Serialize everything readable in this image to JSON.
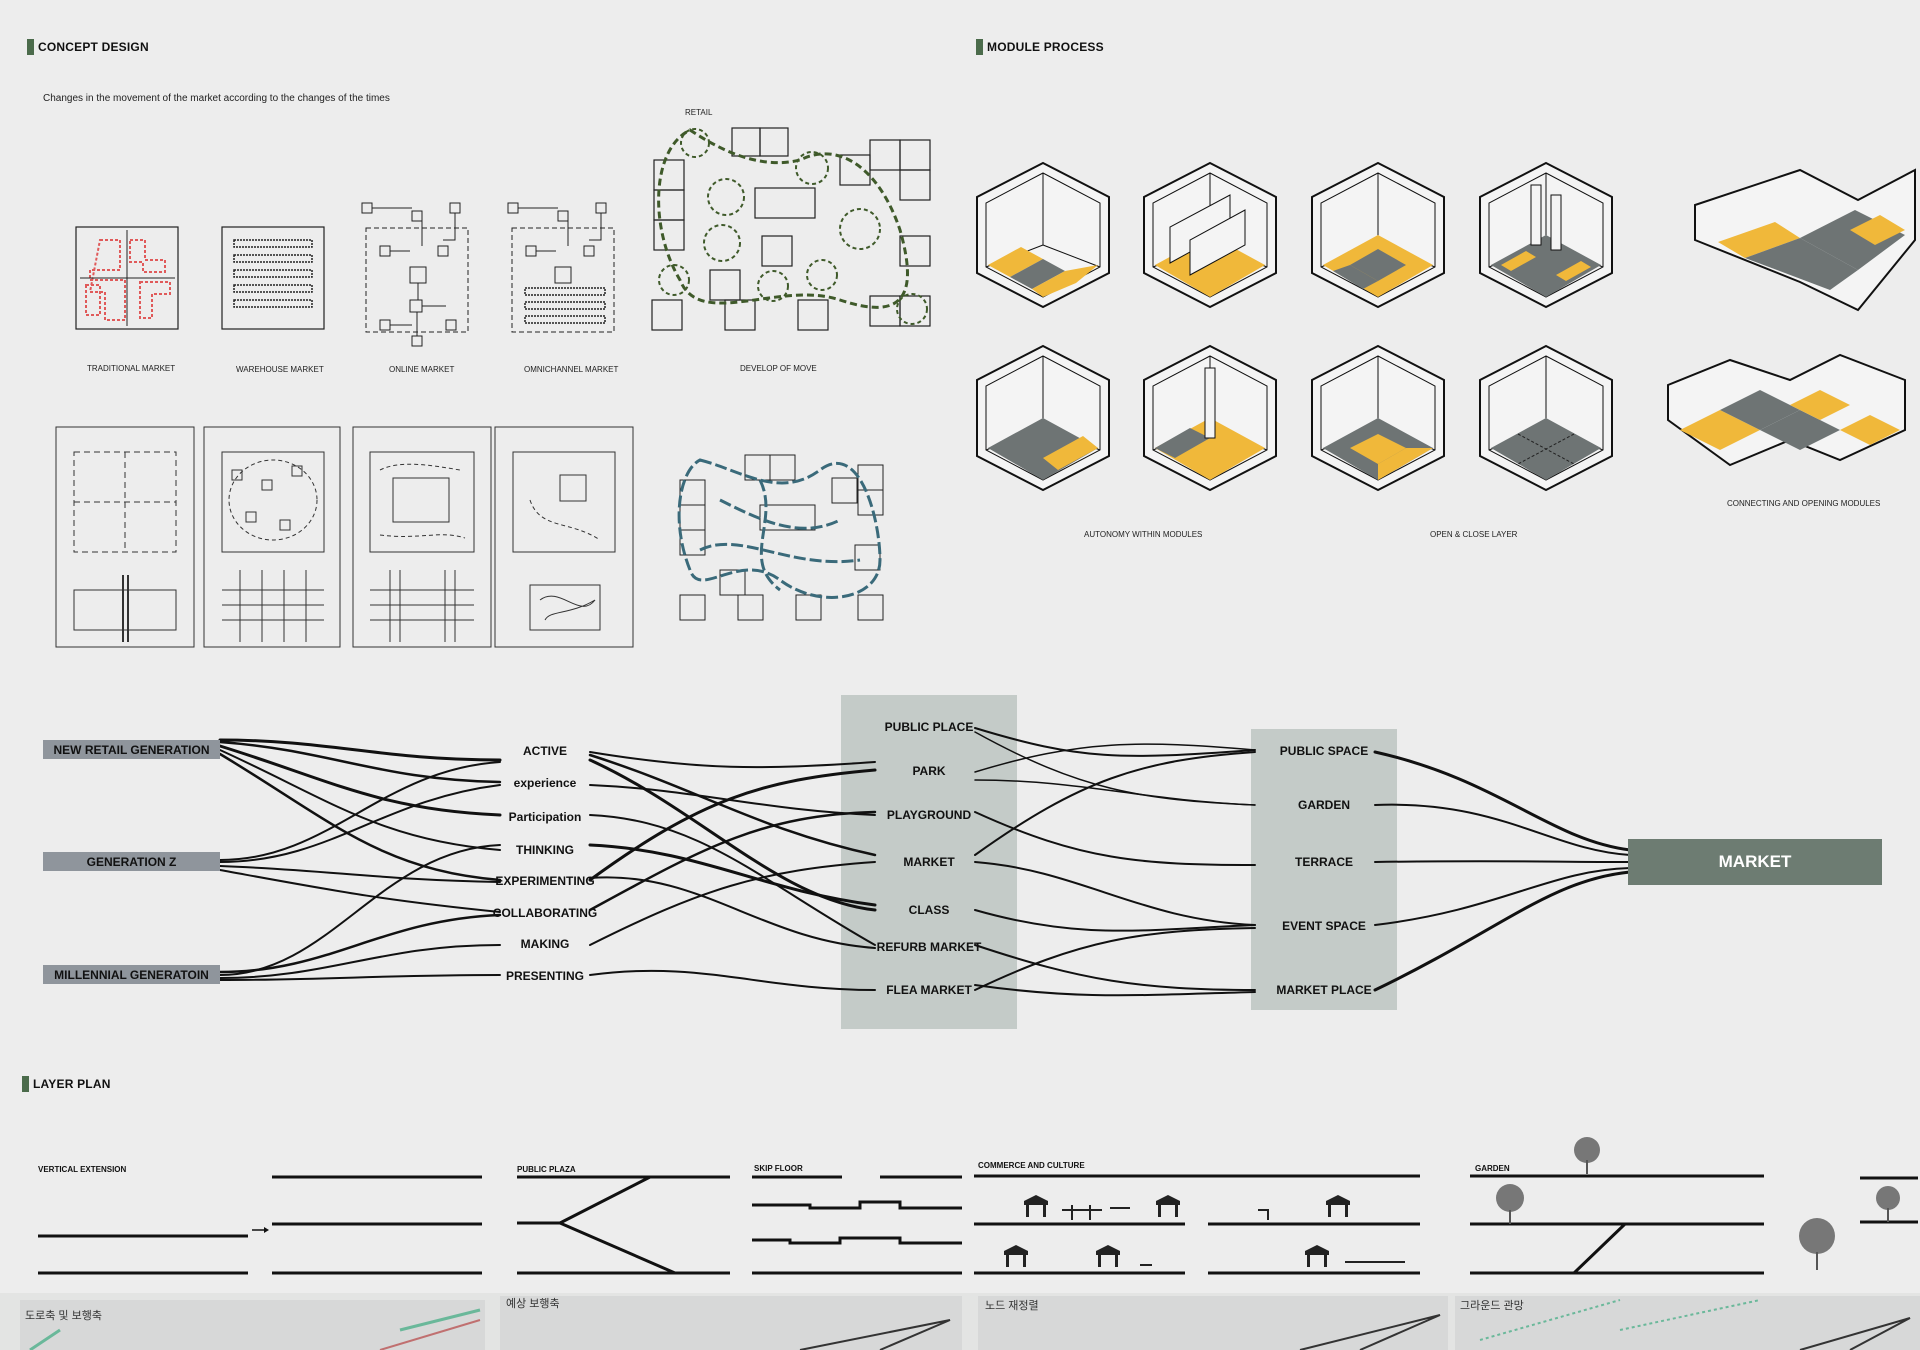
{
  "sections": {
    "concept": "CONCEPT DESIGN",
    "module": "MODULE PROCESS",
    "layer": "LAYER PLAN"
  },
  "concept": {
    "subtitle": "Changes in the movement of the market according to the changes of the times",
    "labels": [
      "TRADITIONAL MARKET",
      "WAREHOUSE MARKET",
      "ONLINE MARKET",
      "OMNICHANNEL MARKET",
      "DEVELOP OF MOVE"
    ],
    "retail_label": "RETAIL"
  },
  "module": {
    "labels": [
      "AUTONOMY WITHIN MODULES",
      "OPEN & CLOSE LAYER",
      "CONNECTING AND OPENING MODULES"
    ]
  },
  "flow": {
    "generations": [
      "NEW RETAIL GENERATION",
      "GENERATION Z",
      "MILLENNIAL GENERATOIN"
    ],
    "keywords": [
      "ACTIVE",
      "experience",
      "Participation",
      "THINKING",
      "EXPERIMENTING",
      "COLLABORATING",
      "MAKING",
      "PRESENTING"
    ],
    "places": [
      "PUBLIC PLACE",
      "PARK",
      "PLAYGROUND",
      "MARKET",
      "CLASS",
      "REFURB MARKET",
      "FLEA MARKET"
    ],
    "spaces": [
      "PUBLIC SPACE",
      "GARDEN",
      "TERRACE",
      "EVENT SPACE",
      "MARKET PLACE"
    ],
    "target": "MARKET"
  },
  "layer": {
    "labels": [
      "VERTICAL EXTENSION",
      "PUBLIC PLAZA",
      "SKIP FLOOR",
      "COMMERCE AND CULTURE",
      "GARDEN"
    ],
    "bottom": [
      "도로축 및 보행축",
      "예상 보행축",
      "노드 재정렬",
      "그라운드 관망"
    ]
  },
  "colors": {
    "accent": "#4b6b4b",
    "yellow": "#f0b83a",
    "gray_floor": "#6e7474",
    "panel": "#c4cbc8",
    "market": "#6d7c72",
    "retail_dash": "#3f5a2a",
    "blue_path": "#3a6a7a",
    "red_market": "#e05a5a"
  }
}
